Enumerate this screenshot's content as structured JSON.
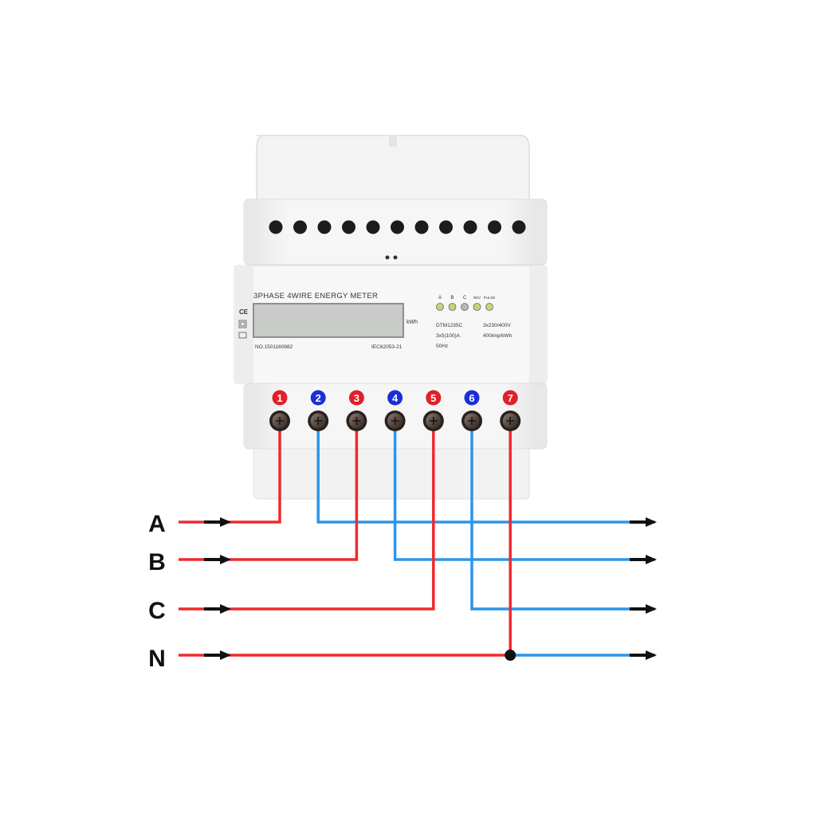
{
  "meter": {
    "title": "3PHASE 4WIRE ENERGY METER",
    "unit": "kWh",
    "serial": "NO.1501160882",
    "standard": "IEC62053-21",
    "model": "DTM1235C",
    "voltage": "3x230/400V",
    "current": "3x5(100)A",
    "frequency": "50Hz",
    "impulse": "400imp/kWh",
    "indicators": [
      "A",
      "B",
      "C",
      "REV",
      "PULSE"
    ],
    "indicator_colors": [
      "#c9d27a",
      "#c9d27a",
      "#b7b7b7",
      "#c9d27a",
      "#c9d27a"
    ]
  },
  "terminals": [
    {
      "number": "1",
      "color": "#e0202a"
    },
    {
      "number": "2",
      "color": "#1a2fd6"
    },
    {
      "number": "3",
      "color": "#e0202a"
    },
    {
      "number": "4",
      "color": "#1a2fd6"
    },
    {
      "number": "5",
      "color": "#e0202a"
    },
    {
      "number": "6",
      "color": "#1a2fd6"
    },
    {
      "number": "7",
      "color": "#e0202a"
    }
  ],
  "lines": [
    {
      "label": "A",
      "in_terminal": "1",
      "out_terminal": "2"
    },
    {
      "label": "B",
      "in_terminal": "3",
      "out_terminal": "4"
    },
    {
      "label": "C",
      "in_terminal": "5",
      "out_terminal": "6"
    },
    {
      "label": "N",
      "in_terminal": "7",
      "out_terminal": "7"
    }
  ],
  "colors": {
    "input_wire": "#ee2a2e",
    "output_wire": "#2b95ea",
    "arrow": "#111111"
  }
}
